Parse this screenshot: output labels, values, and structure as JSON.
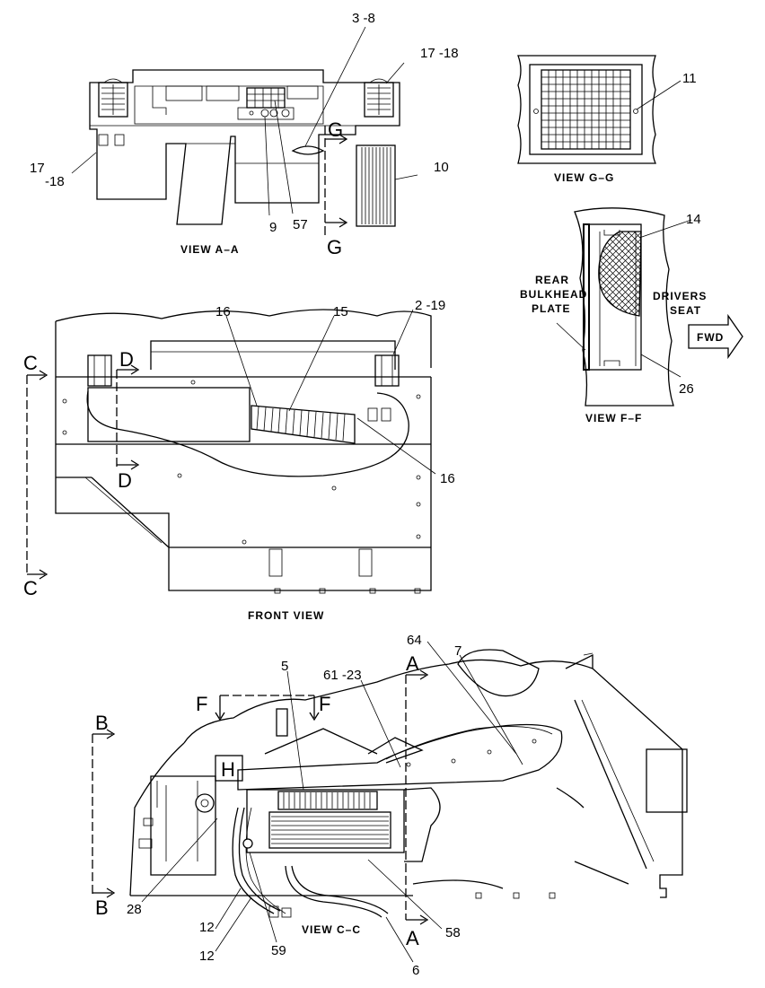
{
  "views": {
    "a_a": "VIEW  A–A",
    "g_g": "VIEW  G–G",
    "f_f": "VIEW  F–F",
    "front": "FRONT VIEW",
    "c_c": "VIEW  C–C"
  },
  "callouts": {
    "c3_8": "3 -8",
    "c17_18_top": "17 -18",
    "c17": "17",
    "c_18": "-18",
    "c10": "10",
    "c9": "9",
    "c57": "57",
    "c11": "11",
    "c14": "14",
    "c26": "26",
    "c16_left": "16",
    "c15": "15",
    "c2_19": "2 -19",
    "c16_right": "16",
    "c64": "64",
    "c7": "7",
    "c5": "5",
    "c61_23": "61 -23",
    "c28": "28",
    "c12_a": "12",
    "c12_b": "12",
    "c59": "59",
    "c58": "58",
    "c6": "6"
  },
  "notes": {
    "rear_bulkhead": [
      "REAR",
      "BULKHEAD",
      "PLATE"
    ],
    "drivers_seat": [
      "DRIVERS",
      "SEAT"
    ],
    "fwd": "FWD"
  },
  "section_letters": {
    "g_top": "G",
    "g_bottom": "G",
    "c_top": "C",
    "c_bottom": "C",
    "d_top": "D",
    "d_bottom": "D",
    "a_top": "A",
    "a_bottom": "A",
    "b_top": "B",
    "b_bottom": "B",
    "f_left": "F",
    "f_right": "F",
    "h": "H"
  }
}
